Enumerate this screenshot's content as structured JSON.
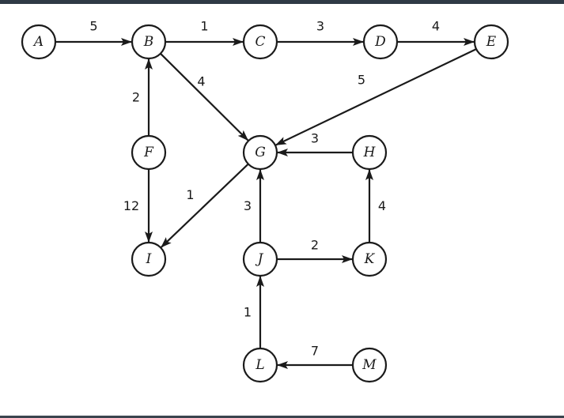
{
  "nodes": [
    {
      "id": "A",
      "label": "A"
    },
    {
      "id": "B",
      "label": "B"
    },
    {
      "id": "C",
      "label": "C"
    },
    {
      "id": "D",
      "label": "D"
    },
    {
      "id": "E",
      "label": "E"
    },
    {
      "id": "F",
      "label": "F"
    },
    {
      "id": "G",
      "label": "G"
    },
    {
      "id": "H",
      "label": "H"
    },
    {
      "id": "I",
      "label": "I"
    },
    {
      "id": "J",
      "label": "J"
    },
    {
      "id": "K",
      "label": "K"
    },
    {
      "id": "L",
      "label": "L"
    },
    {
      "id": "M",
      "label": "M"
    }
  ],
  "edges": [
    {
      "from": "A",
      "to": "B",
      "weight": "5"
    },
    {
      "from": "B",
      "to": "C",
      "weight": "1"
    },
    {
      "from": "C",
      "to": "D",
      "weight": "3"
    },
    {
      "from": "D",
      "to": "E",
      "weight": "4"
    },
    {
      "from": "B",
      "to": "G",
      "weight": "4"
    },
    {
      "from": "E",
      "to": "G",
      "weight": "5"
    },
    {
      "from": "F",
      "to": "B",
      "weight": "2"
    },
    {
      "from": "F",
      "to": "I",
      "weight": "12"
    },
    {
      "from": "G",
      "to": "I",
      "weight": "1"
    },
    {
      "from": "H",
      "to": "G",
      "weight": "3"
    },
    {
      "from": "J",
      "to": "G",
      "weight": "3"
    },
    {
      "from": "J",
      "to": "K",
      "weight": "2"
    },
    {
      "from": "K",
      "to": "H",
      "weight": "4"
    },
    {
      "from": "L",
      "to": "J",
      "weight": "1"
    },
    {
      "from": "M",
      "to": "L",
      "weight": "7"
    }
  ],
  "colors": {
    "stroke": "#1a1a1a",
    "background": "#ffffff"
  }
}
